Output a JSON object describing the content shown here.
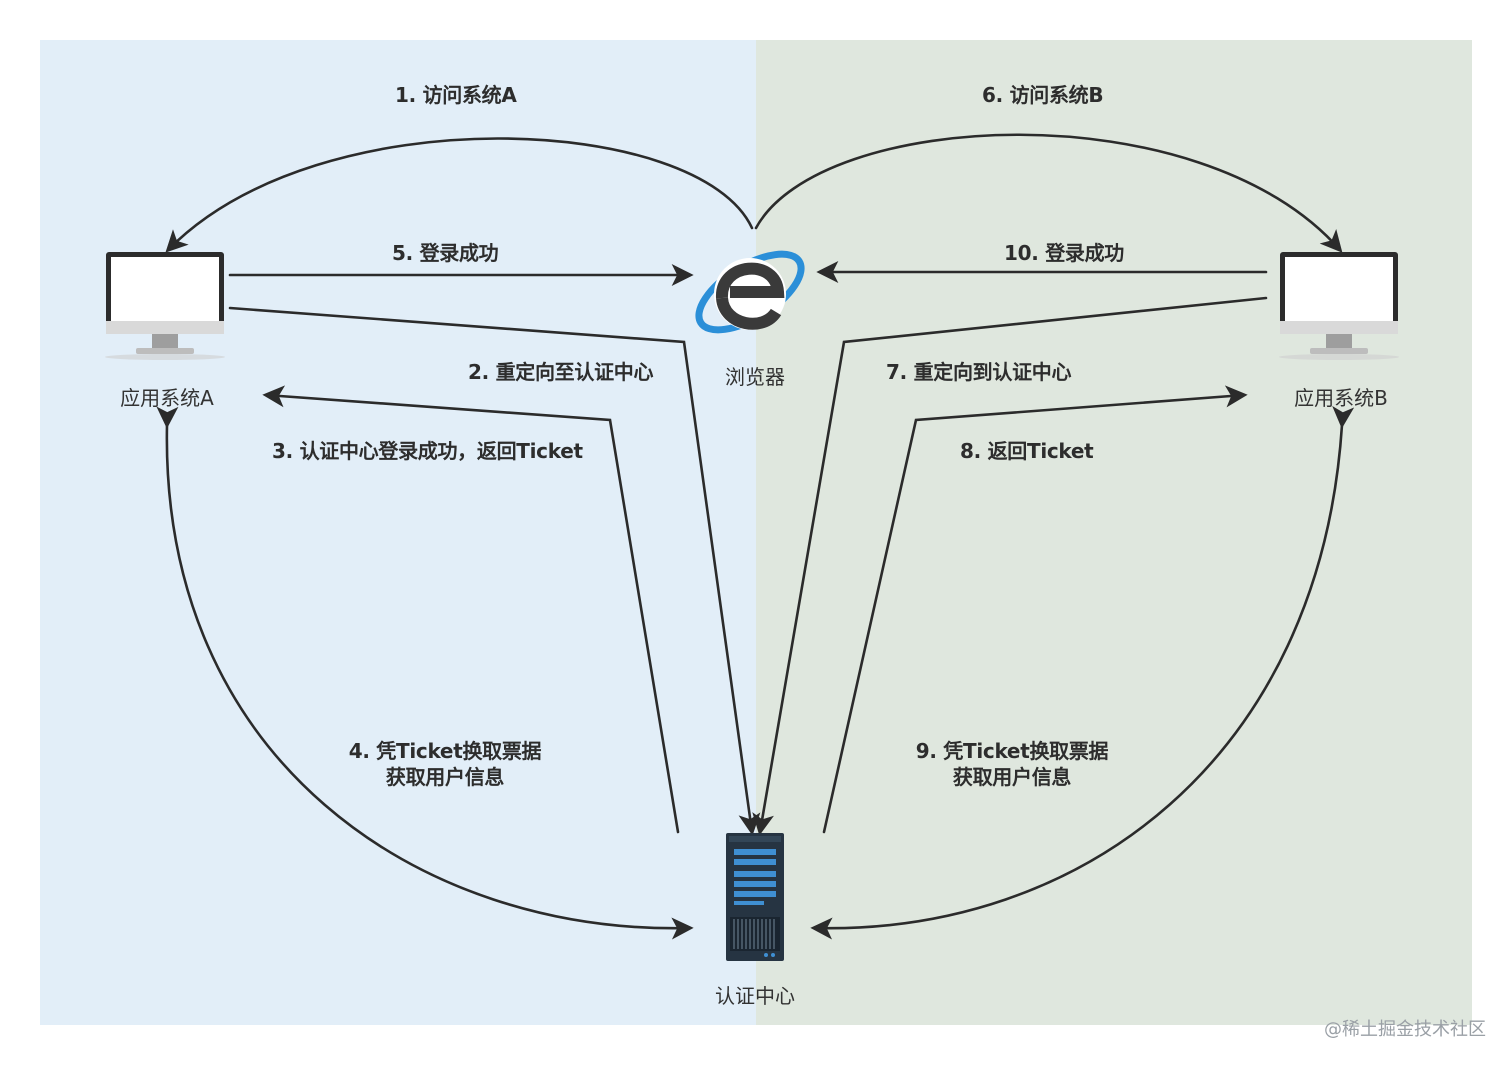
{
  "colors": {
    "left_panel": "#e2eef8",
    "right_panel": "#dfe7de",
    "arrow": "#2b2b2b",
    "browser_blue": "#2b8fd8",
    "server_dark": "#2c3e50",
    "server_accent": "#3f8fd2"
  },
  "nodes": {
    "system_a": "应用系统A",
    "system_b": "应用系统B",
    "browser": "浏览器",
    "auth_center": "认证中心"
  },
  "icons": {
    "system_a": "desktop-monitor-icon",
    "system_b": "desktop-monitor-icon",
    "browser": "internet-explorer-icon",
    "auth_center": "server-rack-icon"
  },
  "steps": {
    "s1": "1.  访问系统A",
    "s2": "2.  重定向至认证中心",
    "s3": "3.  认证中心登录成功，返回Ticket",
    "s4_line1": "4. 凭Ticket换取票据",
    "s4_line2": "获取用户信息",
    "s5": "5. 登录成功",
    "s6": "6.  访问系统B",
    "s7": "7.  重定向到认证中心",
    "s8": "8.  返回Ticket",
    "s9_line1": "9. 凭Ticket换取票据",
    "s9_line2": "获取用户信息",
    "s10": "10. 登录成功"
  },
  "watermark": "@稀土掘金技术社区"
}
